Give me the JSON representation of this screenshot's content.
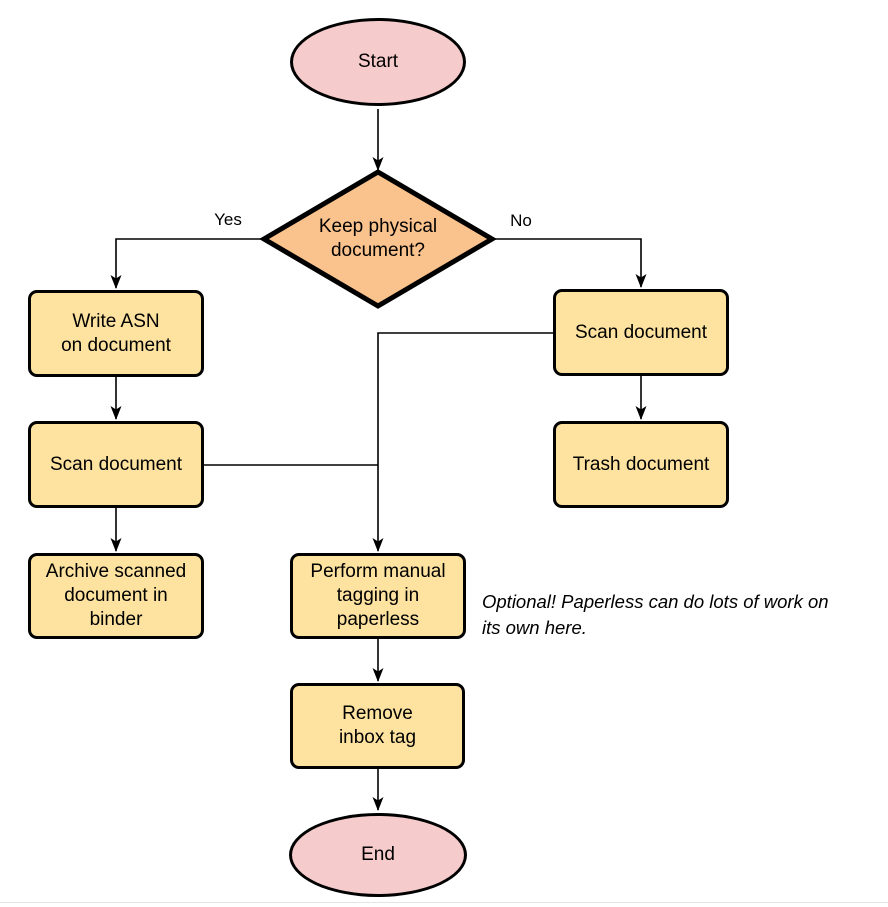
{
  "colors": {
    "process_fill": "#fde2a0",
    "decision_fill": "#fac28d",
    "terminator_fill": "#f6cbcb",
    "stroke": "#000000",
    "background": "#ffffff",
    "footer_line": "#e4e4e4"
  },
  "nodes": {
    "start": {
      "label": "Start"
    },
    "decision": {
      "label": "Keep physical\ndocument?"
    },
    "write_asn": {
      "label": "Write ASN\non document"
    },
    "scan_left": {
      "label": "Scan document"
    },
    "archive": {
      "label": "Archive scanned\ndocument in\nbinder"
    },
    "scan_right": {
      "label": "Scan document"
    },
    "trash": {
      "label": "Trash document"
    },
    "tagging": {
      "label": "Perform manual\ntagging in\npaperless"
    },
    "remove_inbox": {
      "label": "Remove\ninbox tag"
    },
    "end": {
      "label": "End"
    }
  },
  "edge_labels": {
    "yes": "Yes",
    "no": "No"
  },
  "annotation": {
    "text": "Optional! Paperless can do lots of work on\nits own here."
  }
}
